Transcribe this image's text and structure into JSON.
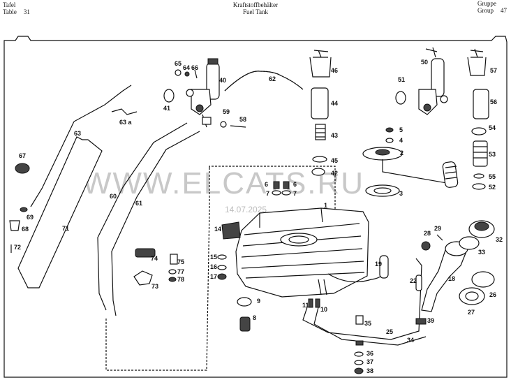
{
  "header": {
    "tafel_label": "Tafel",
    "table_label": "Table",
    "table_number": "31",
    "title_de": "Kraftstoffbehälter",
    "title_en": "Fuel Tank",
    "gruppe_label": "Gruppe",
    "group_label": "Group",
    "group_number": "47"
  },
  "watermark": {
    "text": "WWW.ELCATS.RU",
    "date": "14.07.2025"
  },
  "parts": [
    "1",
    "2",
    "3",
    "4",
    "5",
    "6",
    "6",
    "7",
    "7",
    "8",
    "9",
    "10",
    "11",
    "14",
    "15",
    "16",
    "17",
    "18",
    "19",
    "22",
    "25",
    "26",
    "27",
    "28",
    "29",
    "32",
    "33",
    "34",
    "35",
    "36",
    "37",
    "38",
    "39",
    "40",
    "41",
    "42",
    "43",
    "44",
    "45",
    "46",
    "50",
    "51",
    "52",
    "53",
    "54",
    "55",
    "56",
    "57",
    "58",
    "59",
    "60",
    "61",
    "62",
    "63",
    "63 a",
    "64",
    "65",
    "66",
    "67",
    "68",
    "69",
    "71",
    "72",
    "73",
    "74",
    "75",
    "77",
    "78"
  ]
}
